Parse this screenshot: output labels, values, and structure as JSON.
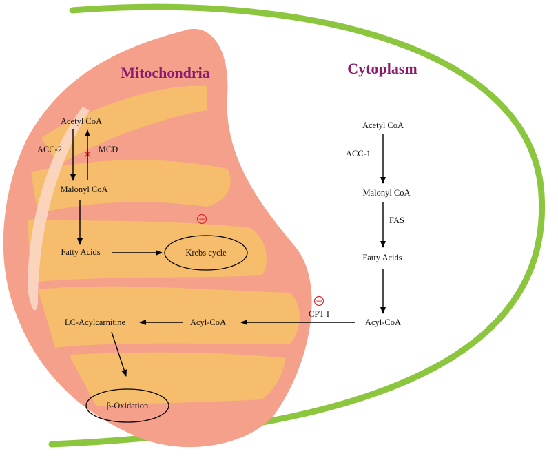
{
  "colors": {
    "membrane": "#8cc63f",
    "mito_outer": "#f5a08a",
    "mito_inner": "#f5bd6c",
    "highlight": "#fbd7c5",
    "title": "#8b1a6e",
    "inhibit": "#e0252b",
    "arrow": "#000000"
  },
  "titles": {
    "mitochondria": "Mitochondria",
    "cytoplasm": "Cytoplasm"
  },
  "mito": {
    "acetyl_coa": "Acetyl CoA",
    "acc2": "ACC-2",
    "mcd": "MCD",
    "mcd_block": "✕",
    "malonyl_coa": "Malonyl CoA",
    "fatty_acids": "Fatty Acids",
    "krebs": "Krebs cycle",
    "krebs_inhibit": "−",
    "lc_acylcarnitine": "LC-Acylcarnitine",
    "acyl_coa": "Acyl-CoA",
    "beta_oxidation": "β-Oxidation"
  },
  "cyto": {
    "acetyl_coa": "Acetyl CoA",
    "acc1": "ACC-1",
    "malonyl_coa": "Malonyl CoA",
    "fas": "FAS",
    "fatty_acids": "Fatty Acids",
    "acyl_coa": "Acyl-CoA",
    "cpt1": "CPT I",
    "cpt1_inhibit": "−"
  }
}
